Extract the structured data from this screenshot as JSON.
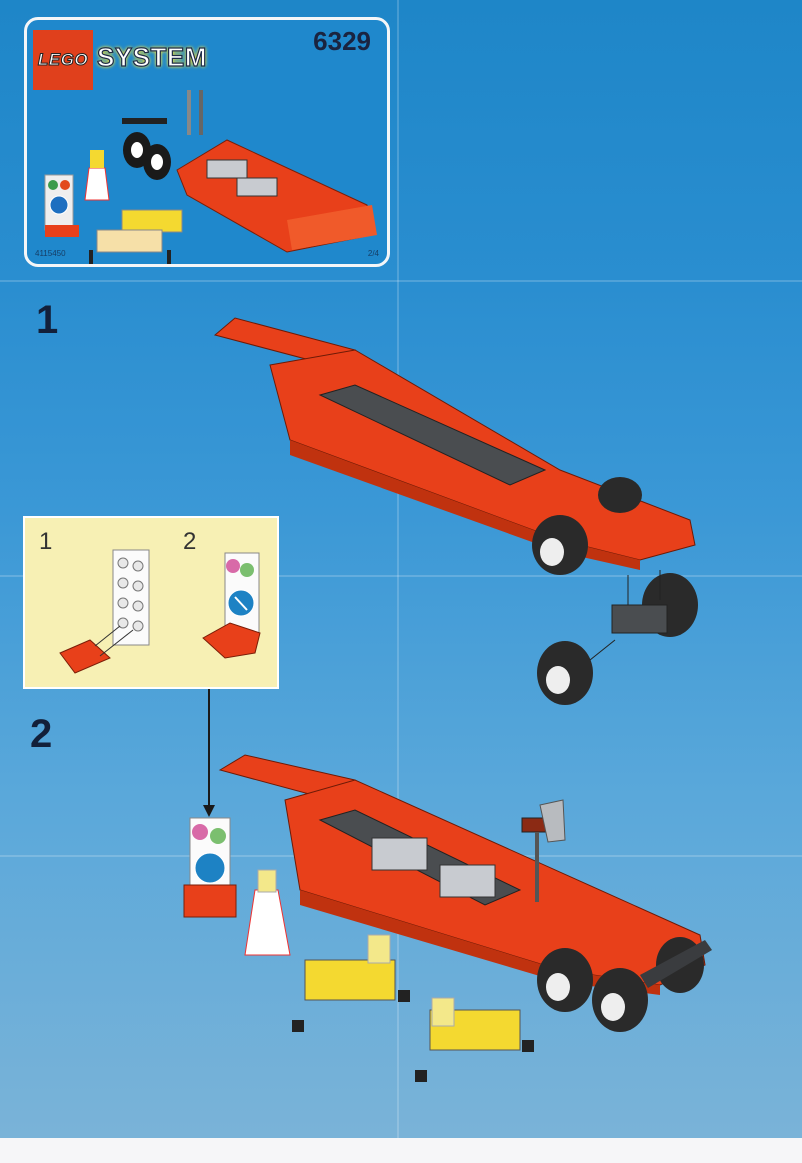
{
  "cover": {
    "brand": "LEGO",
    "theme": "SYSTEM",
    "set_number": "6329",
    "part_number": "4115450",
    "page_indicator": "2/4"
  },
  "steps": [
    {
      "number": "1"
    },
    {
      "number": "2"
    }
  ],
  "inset": {
    "sub_steps": [
      {
        "number": "1"
      },
      {
        "number": "2"
      }
    ]
  },
  "colors": {
    "background_blue": "#2a8ed0",
    "brick_red": "#e8401a",
    "dark_grey": "#4a4d50",
    "inset_yellow": "#f7f0b4",
    "logo_red": "#e0401c"
  }
}
